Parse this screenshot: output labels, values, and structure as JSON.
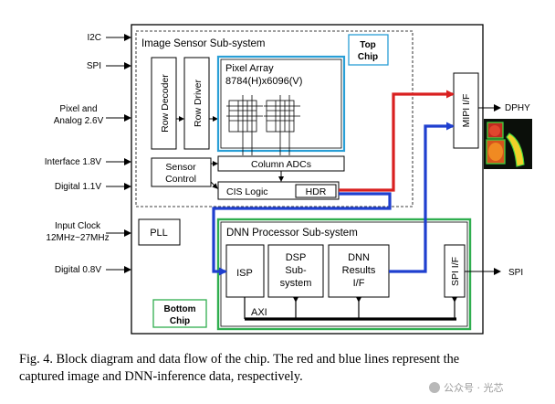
{
  "pins_left": {
    "i2c": "I2C",
    "spi": "SPI",
    "pixel_analog_1": "Pixel and",
    "pixel_analog_2": "Analog 2.6V",
    "interface": "Interface 1.8V",
    "digital_11": "Digital 1.1V",
    "input_clock_1": "Input Clock",
    "input_clock_2": "12MHz~27MHz",
    "digital_08": "Digital 0.8V"
  },
  "image_sensor": {
    "title": "Image Sensor Sub-system",
    "top_chip_1": "Top",
    "top_chip_2": "Chip",
    "row_decoder": "Row Decoder",
    "row_driver": "Row Driver",
    "pixel_array_1": "Pixel Array",
    "pixel_array_2": "8784(H)x6096(V)",
    "sensor_control_1": "Sensor",
    "sensor_control_2": "Control",
    "column_adcs": "Column  ADCs",
    "cis_logic": "CIS Logic",
    "hdr": "HDR"
  },
  "pll": "PLL",
  "mipi": "MIPI I/F",
  "dphy": "DPHY",
  "dnn": {
    "title": "DNN Processor Sub-system",
    "isp": "ISP",
    "dsp_1": "DSP",
    "dsp_2": "Sub-",
    "dsp_3": "system",
    "results_1": "DNN",
    "results_2": "Results",
    "results_3": "I/F",
    "spi_if": "SPI I/F",
    "spi_out": "SPI",
    "axi": "AXI",
    "bottom_chip_1": "Bottom",
    "bottom_chip_2": "Chip"
  },
  "caption": {
    "line1": "Fig. 4. Block diagram and data flow of the chip. The red and blue lines represent the",
    "line2": "captured image and DNN-inference data, respectively."
  },
  "watermark": "公众号 · 光芯",
  "colors": {
    "image_data_line": "#d92020",
    "dnn_data_line": "#1f3fcf",
    "top_chip_border": "#2a9fd6",
    "bottom_chip_border": "#2fae4f"
  }
}
